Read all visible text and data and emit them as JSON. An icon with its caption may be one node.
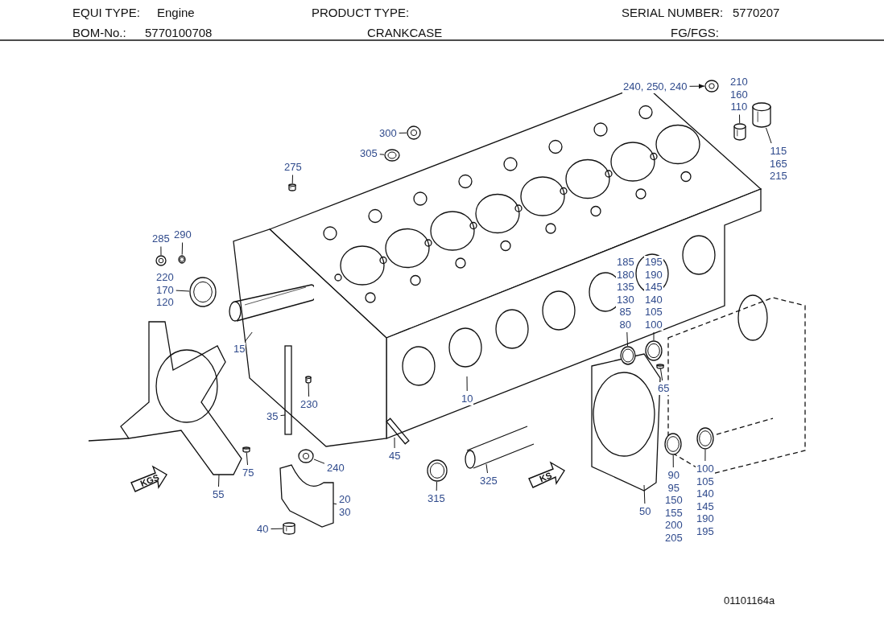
{
  "diagram": {
    "title": "CRANKCASE",
    "nodes": [
      {
        "text": [
          "240, 250, 240"
        ]
      },
      {
        "text": [
          "210",
          "160",
          "110"
        ]
      },
      {
        "text": [
          "115",
          "165",
          "215"
        ]
      },
      {
        "text": [
          "300"
        ]
      },
      {
        "text": [
          "305"
        ]
      },
      {
        "text": [
          "275"
        ]
      },
      {
        "text": [
          "285"
        ]
      },
      {
        "text": [
          "290"
        ]
      },
      {
        "text": [
          "220",
          "170",
          "120"
        ]
      },
      {
        "text": [
          "15"
        ]
      },
      {
        "text": [
          "185",
          "180",
          "135",
          "130",
          "85",
          "80"
        ]
      },
      {
        "text": [
          "195",
          "190",
          "145",
          "140",
          "105",
          "100"
        ]
      },
      {
        "text": [
          "10"
        ]
      },
      {
        "text": [
          "65"
        ]
      },
      {
        "text": [
          "230"
        ]
      },
      {
        "text": [
          "35"
        ]
      },
      {
        "text": [
          "240"
        ]
      },
      {
        "text": [
          "45"
        ]
      },
      {
        "text": [
          "75"
        ]
      },
      {
        "text": [
          "55"
        ]
      },
      {
        "text": [
          "20",
          "30"
        ]
      },
      {
        "text": [
          "40"
        ]
      },
      {
        "text": [
          "315"
        ]
      },
      {
        "text": [
          "325"
        ]
      },
      {
        "text": [
          "90",
          "95",
          "150",
          "155",
          "200",
          "205"
        ]
      },
      {
        "text": [
          "100",
          "105",
          "140",
          "145",
          "190",
          "195"
        ]
      },
      {
        "text": [
          "50"
        ]
      },
      {
        "text": [],
        "shape": "picture"
      },
      {
        "text": [],
        "shape": "picture"
      },
      {
        "text": [],
        "shape": "picture"
      },
      {
        "text": [],
        "shape": "picture"
      },
      {
        "text": [],
        "shape": "picture"
      },
      {
        "text": [],
        "shape": "picture"
      },
      {
        "text": [],
        "shape": "picture"
      },
      {
        "text": [],
        "shape": "picture"
      },
      {
        "text": [],
        "shape": "picture"
      },
      {
        "text": [],
        "shape": "picture"
      },
      {
        "text": [],
        "shape": "picture"
      },
      {
        "text": [],
        "shape": "picture"
      },
      {
        "text": [],
        "shape": "picture"
      },
      {
        "text": [],
        "shape": "picture"
      },
      {
        "text": [],
        "shape": "picture"
      },
      {
        "text": [],
        "shape": "picture"
      },
      {
        "text": [],
        "shape": "picture"
      },
      {
        "text": [],
        "shape": "picture"
      },
      {
        "text": [],
        "shape": "picture"
      },
      {
        "text": [],
        "shape": "picture"
      }
    ],
    "edges": [
      {
        "from": 0,
        "to": 44,
        "arrow": "to"
      },
      {
        "from": 1,
        "to": 45,
        "arrow": "none"
      },
      {
        "from": 2,
        "to": 46,
        "arrow": "none"
      },
      {
        "from": 3,
        "to": 37,
        "arrow": "none"
      },
      {
        "from": 4,
        "to": 36,
        "arrow": "none"
      },
      {
        "from": 5,
        "to": 33,
        "arrow": "none"
      },
      {
        "from": 6,
        "to": 27,
        "arrow": "none"
      },
      {
        "from": 7,
        "to": 28,
        "arrow": "none"
      },
      {
        "from": 8,
        "to": 29,
        "arrow": "none"
      },
      {
        "from": 9,
        "to": 31,
        "arrow": "none"
      },
      {
        "from": 10,
        "to": 39,
        "arrow": "none"
      },
      {
        "from": 11,
        "to": 40,
        "arrow": "none"
      },
      {
        "from": 12,
        "to": null,
        "arrow": "none"
      },
      {
        "from": 13,
        "to": 41,
        "arrow": "none"
      },
      {
        "from": 14,
        "to": 35,
        "arrow": "none"
      },
      {
        "from": 15,
        "to": null,
        "arrow": "none"
      },
      {
        "from": 16,
        "to": 34,
        "arrow": "none"
      },
      {
        "from": 17,
        "to": null,
        "arrow": "none"
      },
      {
        "from": 18,
        "to": 30,
        "arrow": "none"
      },
      {
        "from": 19,
        "to": null,
        "arrow": "none"
      },
      {
        "from": 20,
        "to": null,
        "arrow": "none"
      },
      {
        "from": 21,
        "to": 32,
        "arrow": "none"
      },
      {
        "from": 22,
        "to": 38,
        "arrow": "none"
      },
      {
        "from": 23,
        "to": null,
        "arrow": "none"
      },
      {
        "from": 24,
        "to": 42,
        "arrow": "none"
      },
      {
        "from": 25,
        "to": 43,
        "arrow": "none"
      },
      {
        "from": 26,
        "to": null,
        "arrow": "none"
      }
    ],
    "labels": [
      "EQUI TYPE:",
      "Engine",
      "PRODUCT TYPE:",
      "SERIAL NUMBER:",
      "5770207",
      "BOM-No.:",
      "5770100708",
      "FG/FGS:",
      "KGS",
      "KS",
      "01101164a"
    ]
  }
}
